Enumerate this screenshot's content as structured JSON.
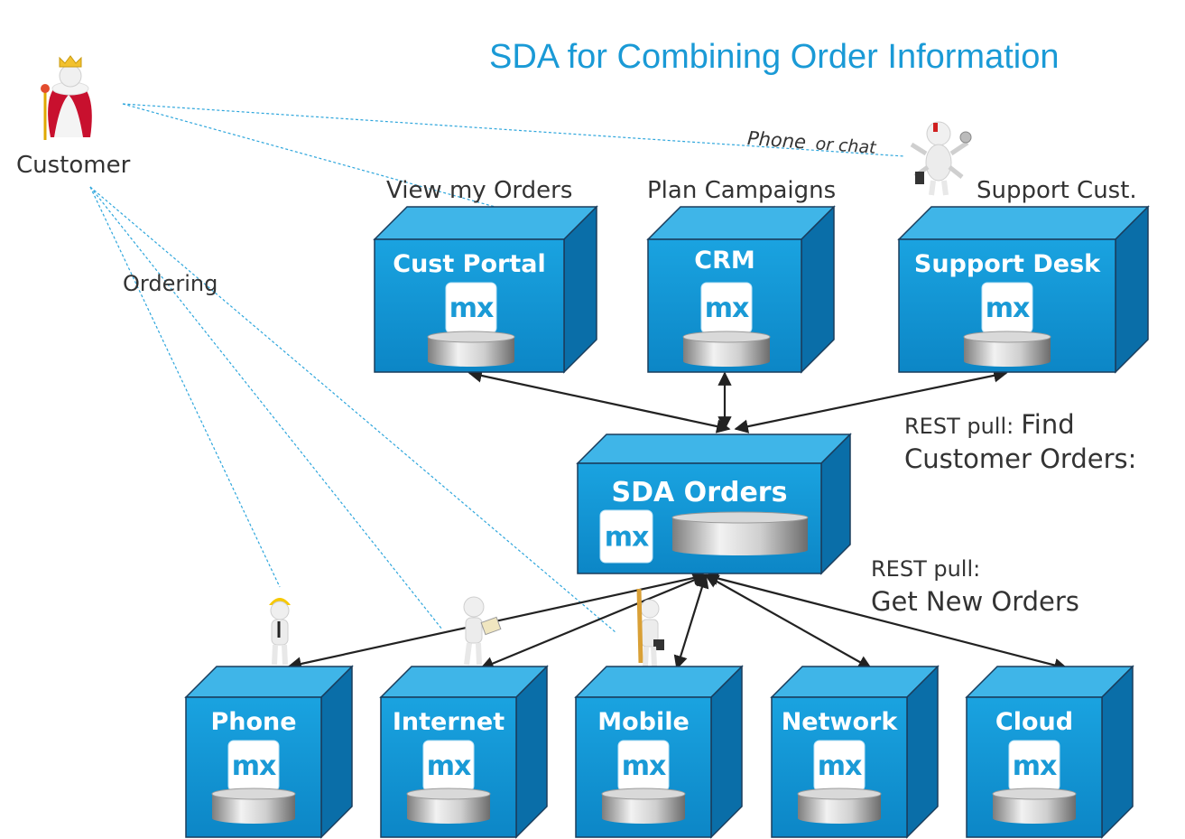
{
  "title": "SDA for Combining Order Information",
  "actors": {
    "customer": "Customer",
    "ordering": "Ordering"
  },
  "channel": {
    "phone": "Phone",
    "or_chat": "or chat"
  },
  "labels": {
    "view_orders": "View my Orders",
    "plan_campaigns": "Plan Campaigns",
    "support_cust": "Support Cust.",
    "rest_find_1": "REST pull:",
    "rest_find_2": "Find",
    "rest_find_3": "Customer Orders:",
    "rest_get_1": "REST pull:",
    "rest_get_2": "Get New Orders"
  },
  "logo_text": "mx",
  "top_boxes": [
    {
      "name": "Cust Portal"
    },
    {
      "name": "CRM"
    },
    {
      "name": "Support Desk"
    }
  ],
  "center_box": {
    "name": "SDA Orders"
  },
  "bottom_boxes": [
    {
      "name": "Phone"
    },
    {
      "name": "Internet"
    },
    {
      "name": "Mobile"
    },
    {
      "name": "Network"
    },
    {
      "name": "Cloud"
    }
  ],
  "colors": {
    "box_front": "#0f8ed0",
    "box_top": "#3fb5e8",
    "box_side": "#0a6ea8",
    "accent": "#1a9ad6"
  }
}
